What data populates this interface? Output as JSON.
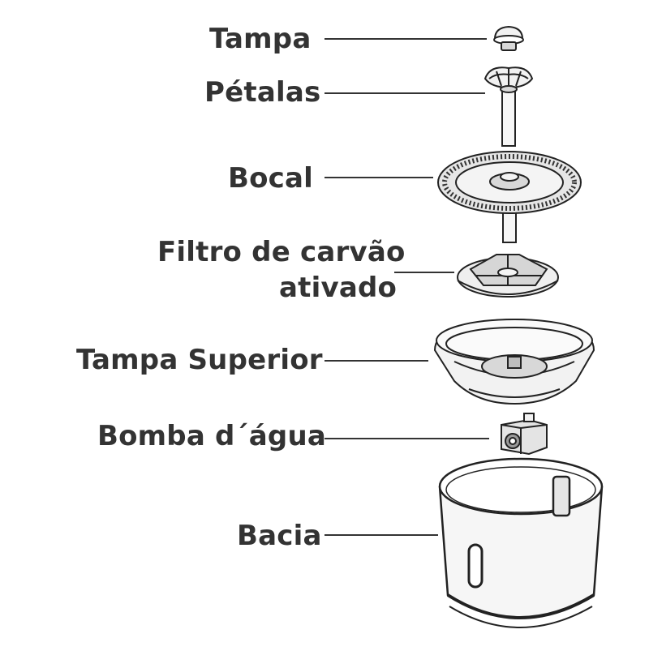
{
  "labels": {
    "tampa": "Tampa",
    "petalas": "Pétalas",
    "bocal": "Bocal",
    "filtro_line1": "Filtro de carvão",
    "filtro_line2": "ativado",
    "tampa_superior": "Tampa Superior",
    "bomba": "Bomba d´água",
    "bacia": "Bacia"
  },
  "colors": {
    "text": "#333333",
    "stroke": "#222222",
    "fill_light": "#f2f2f2",
    "fill_mid": "#d8d8d8",
    "fill_dark": "#9a9a9a"
  }
}
